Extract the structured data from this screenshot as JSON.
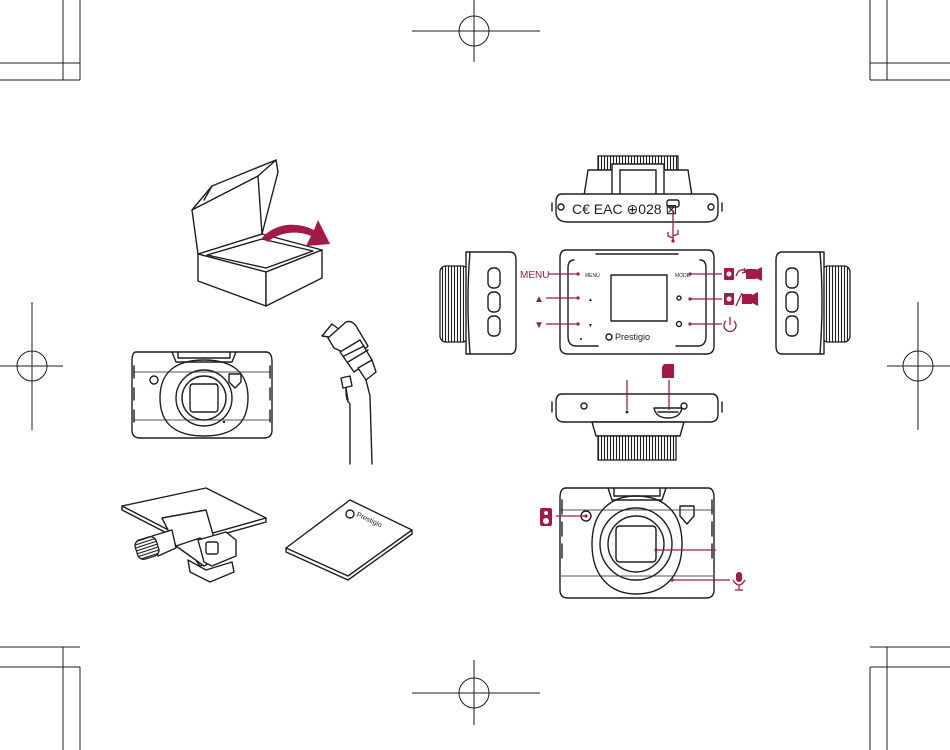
{
  "colors": {
    "accent": "#a3194a",
    "line": "#1e1e1e",
    "background": "#ffffff"
  },
  "accessories": {
    "brand_on_manual": "Prestigio",
    "items_icons": [
      "box-icon",
      "camera-icon",
      "car-charger-icon",
      "mount-icon",
      "manual-icon"
    ]
  },
  "camera_front": {
    "brand": "Prestigio",
    "labels": {
      "menu": "MENU",
      "up": "▲",
      "down": "▼"
    },
    "button_texts": {
      "menu": "MENU",
      "mode": "MODE",
      "up": "▲",
      "down": "▼"
    }
  },
  "camera_top": {
    "markings": "C€ EAC ⊕028 ⊠"
  },
  "icons": [
    "usb-icon",
    "photo-video-switch-icon",
    "photo-video-icon",
    "power-icon",
    "sd-card-icon",
    "speaker-icon",
    "microphone-icon",
    "crop-mark-icon"
  ]
}
